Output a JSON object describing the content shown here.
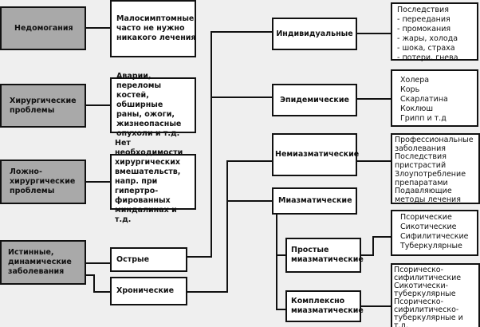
{
  "left": {
    "nedomoganiya": "Недомогания",
    "nedomoganiya_desc": "Малосимптомные,\nчасто не нужно\nникакого лечения",
    "surgical": "Хирургические\nпроблемы",
    "surgical_desc": "Аварии, переломы\nкостей, обширные\nраны, ожоги,\nжизнеопасные\nопухоли и т.д.",
    "pseudo": "Ложно-\nхирургические\nпроблемы",
    "pseudo_desc": "Нет необходимости\nхирургических\nвмешательств,\nнапр. при гипертро-\nфированных\nминдалинах и т.д.",
    "true": "Истинные,\nдинамические\nзаболевания",
    "acute": "Острые",
    "chronic": "Хронические"
  },
  "right": {
    "individual": "Индивидуальные",
    "individual_desc": "Последствия\n - переедания\n - промокания\n - жары, холода\n - шока, страха\n - потери, гнева",
    "epidemic": "Эпидемические",
    "epidemic_desc": "Холера\nКорь\nСкарлатина\nКоклюш\nГрипп и т.д",
    "nonmiasmatic": "Немиазматические",
    "nonmiasmatic_desc": "Профессиональные\nзаболевания\nПоследствия\nпристрастий\nЗлоупотребление\nпрепаратами\nПодавляющие\nметоды лечения",
    "miasmatic": "Миазматические",
    "simple": "Простые\nмиазматические",
    "simple_desc": "Псорические\nСикотические\nСифилитические\nТуберкулярные",
    "complex": "Комплексно\nмиазматические",
    "complex_desc": "Псорическо-\nсифилитические\nСикотически-\nтуберкулярные\nПсорическо-\nсифилитическо-\nтуберкулярные и т.д.\nВсе четыре миазма"
  }
}
